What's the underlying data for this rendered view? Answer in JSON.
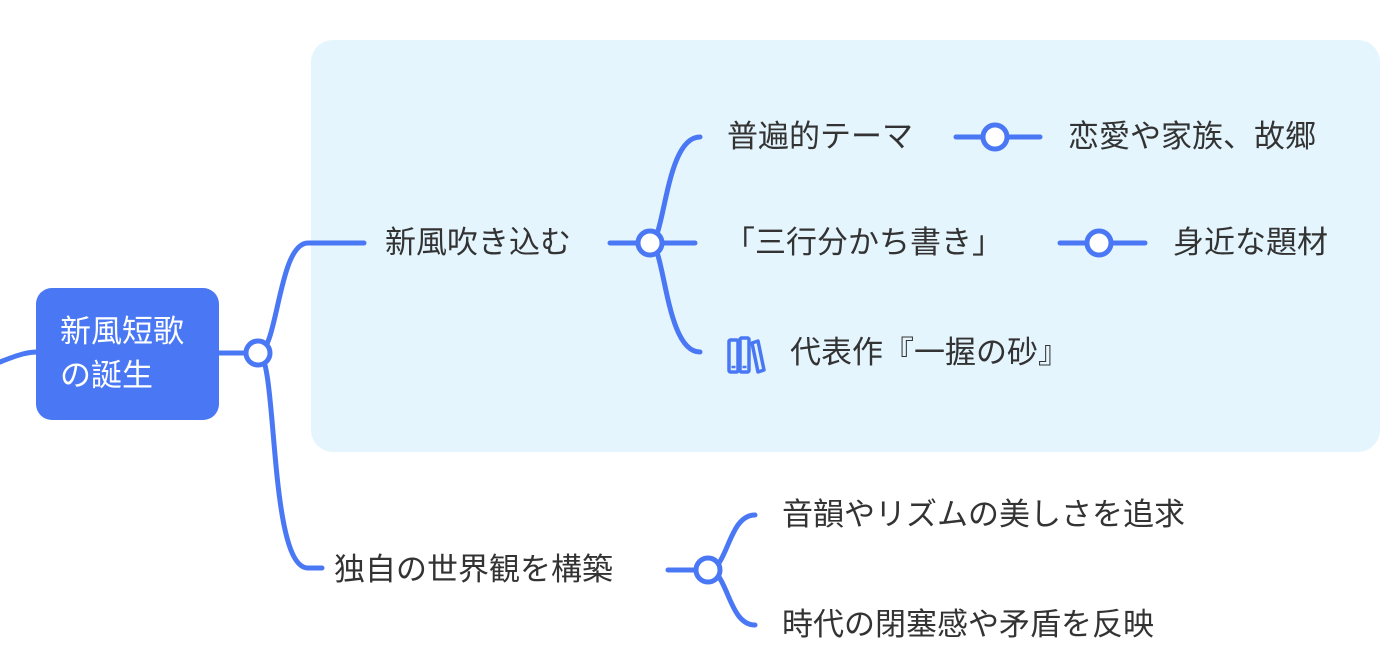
{
  "colors": {
    "root_bg": "#4a78f5",
    "link": "#4a78f5",
    "boundary_bg": "#e4f5fd",
    "text": "#333333"
  },
  "root": {
    "label": "新風短歌の誕生"
  },
  "branches": [
    {
      "label": "新風吹き込む",
      "children": [
        {
          "label": "普遍的テーマ",
          "child": "恋愛や家族、故郷"
        },
        {
          "label": "「三行分かち書き」",
          "child": "身近な題材"
        },
        {
          "label": "代表作『一握の砂』",
          "icon": "books-icon"
        }
      ]
    },
    {
      "label": "独自の世界観を構築",
      "children": [
        {
          "label": "音韻やリズムの美しさを追求"
        },
        {
          "label": "時代の閉塞感や矛盾を反映"
        }
      ]
    }
  ]
}
